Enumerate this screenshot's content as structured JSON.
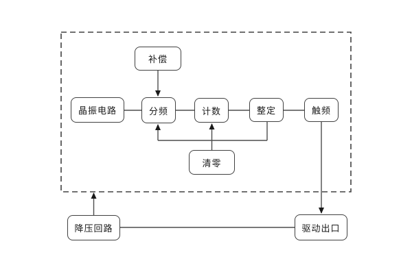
{
  "diagram": {
    "blocks": {
      "compensation": "补偿",
      "crystal_oscillator": "晶振电路",
      "frequency_divider": "分频",
      "counter": "计数",
      "setting": "整定",
      "trigger_frequency": "触频",
      "clear": "清零",
      "step_down_circuit": "降压回路",
      "drive_output": "驱动出口"
    },
    "connections": [
      {
        "from": "crystal_oscillator",
        "to": "frequency_divider",
        "arrow": false
      },
      {
        "from": "frequency_divider",
        "to": "counter",
        "arrow": false
      },
      {
        "from": "counter",
        "to": "setting",
        "arrow": false
      },
      {
        "from": "setting",
        "to": "trigger_frequency",
        "arrow": false
      },
      {
        "from": "compensation",
        "to": "frequency_divider",
        "arrow": true
      },
      {
        "from": "clear",
        "to": "frequency_divider",
        "arrow": true
      },
      {
        "from": "clear",
        "to": "counter",
        "arrow": true
      },
      {
        "from": "setting",
        "to": "clear_bus",
        "arrow": false
      },
      {
        "from": "trigger_frequency",
        "to": "drive_output",
        "arrow": true
      },
      {
        "from": "step_down_circuit",
        "to": "module_boundary",
        "arrow": true
      },
      {
        "from": "step_down_circuit",
        "to": "drive_output",
        "arrow": false
      }
    ],
    "colors": {
      "stroke": "#404040",
      "arrowhead": "#1a1a1a",
      "text": "#1a1a1a",
      "box_fill": "#ffffff",
      "background": "#ffffff"
    }
  }
}
